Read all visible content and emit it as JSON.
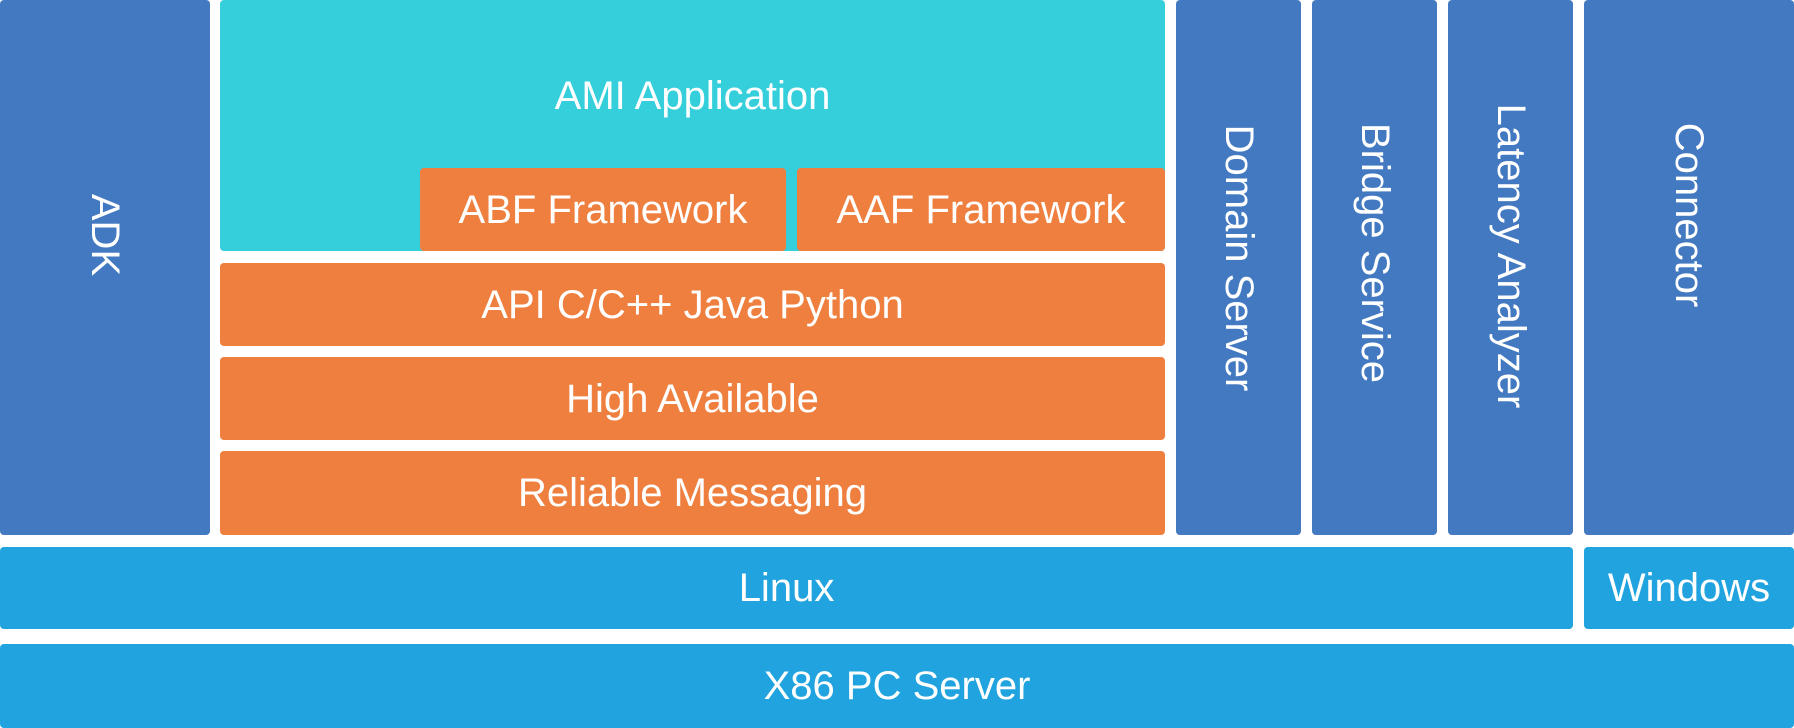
{
  "blocks": {
    "adk": "ADK",
    "ami_application": "AMI Application",
    "abf_framework": "ABF Framework",
    "aaf_framework": "AAF Framework",
    "api": "API C/C++ Java Python",
    "high_available": "High Available",
    "reliable_messaging": "Reliable Messaging",
    "domain_server": "Domain Server",
    "bridge_service": "Bridge Service",
    "latency_analyzer": "Latency Analyzer",
    "connector": "Connector",
    "linux": "Linux",
    "windows": "Windows",
    "x86_pc_server": "X86 PC Server"
  },
  "colors": {
    "blue": "#4279c1",
    "teal": "#35cfdb",
    "orange": "#ef7f3e",
    "sky": "#20a3de"
  }
}
